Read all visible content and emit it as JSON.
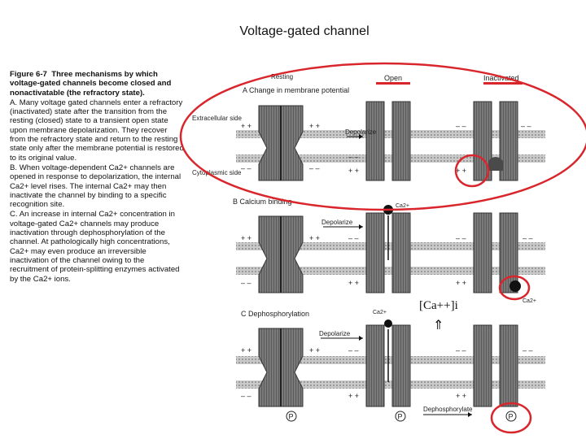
{
  "slide_title": "Voltage-gated channel",
  "caption": {
    "figure_label": "Figure 6-7",
    "heading": "Three mechanisms by which voltage-gated channels become closed and nonactivatable (the refractory state).",
    "para_a": "A. Many voltage gated channels enter a refractory (inactivated) state after the transition from the resting (closed) state to a transient open state upon membrane depolarization. They recover from the refractory state and return to the resting state only after the membrane potential is restored to its original value.",
    "para_b": "B. When voltage-dependent Ca2+ channels are opened in response to depolarization, the internal Ca2+ level rises. The internal Ca2+ may then inactivate the channel by binding to a specific recognition site.",
    "para_c": "C. An increase in internal Ca2+ concentration in voltage-gated Ca2+ channels may produce inactivation through dephosphorylation of the channel. At pathologically high concentrations, Ca2+ may even produce an irreversible inactivation of the channel owing to the recruitment of protein-splitting enzymes activated by the Ca2+ ions."
  },
  "columns": {
    "resting": "Resting",
    "open": "Open",
    "inactivated": "Inactivated"
  },
  "rows": {
    "a": "A  Change in membrane potential",
    "b": "B  Calcium binding",
    "c": "C  Dephosphorylation"
  },
  "side_labels": {
    "extracellular": "Extracellular side",
    "cytoplasmic": "Cytoplasmic side"
  },
  "actions": {
    "depolarize": "Depolarize",
    "dephosphorylate": "Dephosphorylate"
  },
  "ion": {
    "ca": "Ca2+"
  },
  "phospho": {
    "p": "P"
  },
  "charges": {
    "plus": "+ +",
    "minus": "– –"
  },
  "annotation": {
    "ca_internal": "[Ca++]i",
    "arrow": "⇑"
  },
  "colors": {
    "highlight_red": "#d9262c",
    "membrane": "#b8b8b8",
    "protein": "#6e6e6e"
  }
}
